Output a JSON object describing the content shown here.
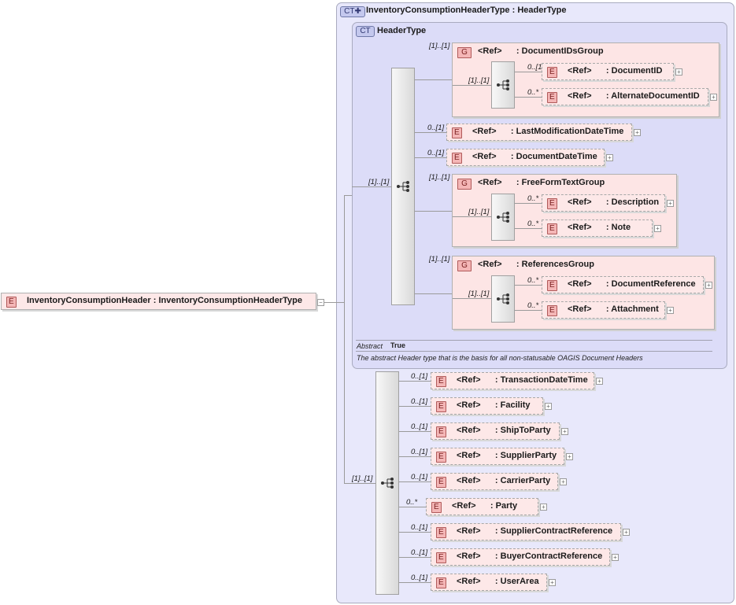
{
  "root": {
    "badge": "E",
    "name": "InventoryConsumptionHeader",
    "type": ": InventoryConsumptionHeaderType",
    "collapse": "−"
  },
  "complex_type": {
    "badge": "CT",
    "name": "InventoryConsumptionHeaderType",
    "base": ": HeaderType"
  },
  "header_type": {
    "badge": "CT",
    "name": "HeaderType",
    "abstract_label": "Abstract",
    "abstract_value": "True",
    "documentation": "The abstract Header type that is the basis for all non-statusable OAGIS Document Headers",
    "sequence_card": "[1]..[1]",
    "groups": [
      {
        "badge": "G",
        "ref": "<Ref>",
        "name": ": DocumentIDsGroup",
        "card": "[1]..[1]",
        "seq_card": "[1]..[1]",
        "children": [
          {
            "badge": "E",
            "ref": "<Ref>",
            "name": ": DocumentID",
            "card": "0..[1]"
          },
          {
            "badge": "E",
            "ref": "<Ref>",
            "name": ": AlternateDocumentID",
            "card": "0..*"
          }
        ]
      },
      {
        "badge": "G",
        "ref": "<Ref>",
        "name": ": FreeFormTextGroup",
        "card": "[1]..[1]",
        "seq_card": "[1]..[1]",
        "children": [
          {
            "badge": "E",
            "ref": "<Ref>",
            "name": ": Description",
            "card": "0..*"
          },
          {
            "badge": "E",
            "ref": "<Ref>",
            "name": ": Note",
            "card": "0..*"
          }
        ]
      },
      {
        "badge": "G",
        "ref": "<Ref>",
        "name": ": ReferencesGroup",
        "card": "[1]..[1]",
        "seq_card": "[1]..[1]",
        "children": [
          {
            "badge": "E",
            "ref": "<Ref>",
            "name": ": DocumentReference",
            "card": "0..*"
          },
          {
            "badge": "E",
            "ref": "<Ref>",
            "name": ": Attachment",
            "card": "0..*"
          }
        ]
      }
    ],
    "elements": [
      {
        "badge": "E",
        "ref": "<Ref>",
        "name": ": LastModificationDateTime",
        "card": "0..[1]"
      },
      {
        "badge": "E",
        "ref": "<Ref>",
        "name": ": DocumentDateTime",
        "card": "0..[1]"
      }
    ]
  },
  "extension_sequence": {
    "card": "[1]..[1]",
    "elements": [
      {
        "badge": "E",
        "ref": "<Ref>",
        "name": ": TransactionDateTime",
        "card": "0..[1]"
      },
      {
        "badge": "E",
        "ref": "<Ref>",
        "name": ": Facility",
        "card": "0..[1]"
      },
      {
        "badge": "E",
        "ref": "<Ref>",
        "name": ": ShipToParty",
        "card": "0..[1]"
      },
      {
        "badge": "E",
        "ref": "<Ref>",
        "name": ": SupplierParty",
        "card": "0..[1]"
      },
      {
        "badge": "E",
        "ref": "<Ref>",
        "name": ": CarrierParty",
        "card": "0..[1]"
      },
      {
        "badge": "E",
        "ref": "<Ref>",
        "name": ": Party",
        "card": "0..*"
      },
      {
        "badge": "E",
        "ref": "<Ref>",
        "name": ": SupplierContractReference",
        "card": "0..[1]"
      },
      {
        "badge": "E",
        "ref": "<Ref>",
        "name": ": BuyerContractReference",
        "card": "0..[1]"
      },
      {
        "badge": "E",
        "ref": "<Ref>",
        "name": ": UserArea",
        "card": "0..[1]"
      }
    ]
  },
  "icons": {
    "sequence": "sequence-compositor-icon",
    "expand": "plus-expand-icon",
    "collapse": "minus-collapse-icon",
    "ct_extension": "complex-type-extension-icon"
  }
}
